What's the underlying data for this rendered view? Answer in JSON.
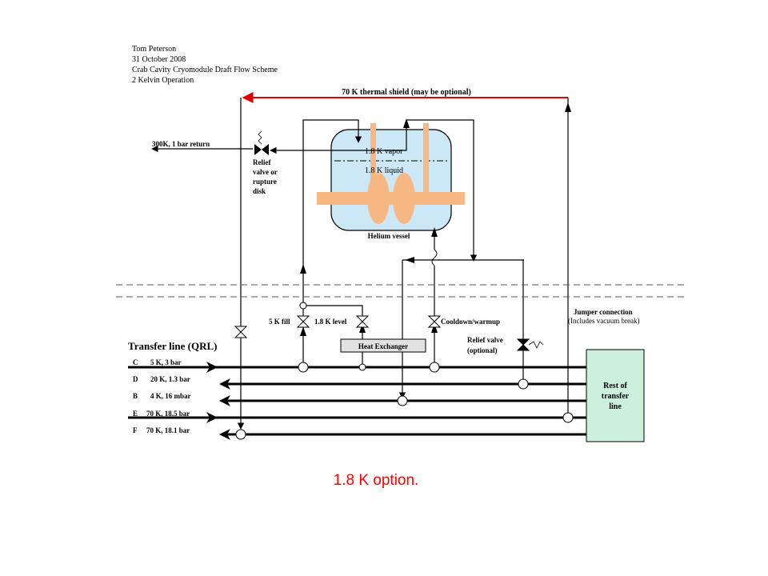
{
  "header": {
    "author": "Tom Peterson",
    "date": "31 October 2008",
    "title": "Crab Cavity Cryomodule Draft Flow Scheme",
    "subtitle": "2 Kelvin Operation"
  },
  "thermal_shield_label": "70 K thermal shield (may be optional)",
  "return_label": "300K, 1 bar return",
  "relief_rupture_label": [
    "Relief",
    "valve or",
    "rupture",
    "disk"
  ],
  "vessel": {
    "vapor_label": "1.8 K vapor",
    "liquid_label": "1.8 K liquid",
    "name": "Helium vessel",
    "fill_color": "#cce8f7",
    "cavity_color": "#f8b884"
  },
  "valves": {
    "fill_label": "5 K fill",
    "level_label": "1.8 K level",
    "cooldown_label": "Cooldown/warmup",
    "relief_optional_label": [
      "Relief valve",
      "(optional)"
    ]
  },
  "heat_exchanger_label": "Heat Exchanger",
  "jumper": {
    "label": "Jumper connection",
    "sublabel": "(Includes vacuum break)"
  },
  "transfer_line": {
    "title": "Transfer line (QRL)",
    "lines": [
      {
        "id": "C",
        "spec": "5 K, 3 bar"
      },
      {
        "id": "D",
        "spec": "20 K, 1.3 bar"
      },
      {
        "id": "B",
        "spec": "4 K, 16 mbar"
      },
      {
        "id": "E",
        "spec": "70 K, 18.5 bar"
      },
      {
        "id": "F",
        "spec": "70 K, 18.1 bar"
      }
    ]
  },
  "rest_box": {
    "lines": [
      "Rest of",
      "transfer",
      "line"
    ],
    "fill_color": "#cdf0dc"
  },
  "shield_color": "#e00000",
  "caption": "1.8 K option."
}
